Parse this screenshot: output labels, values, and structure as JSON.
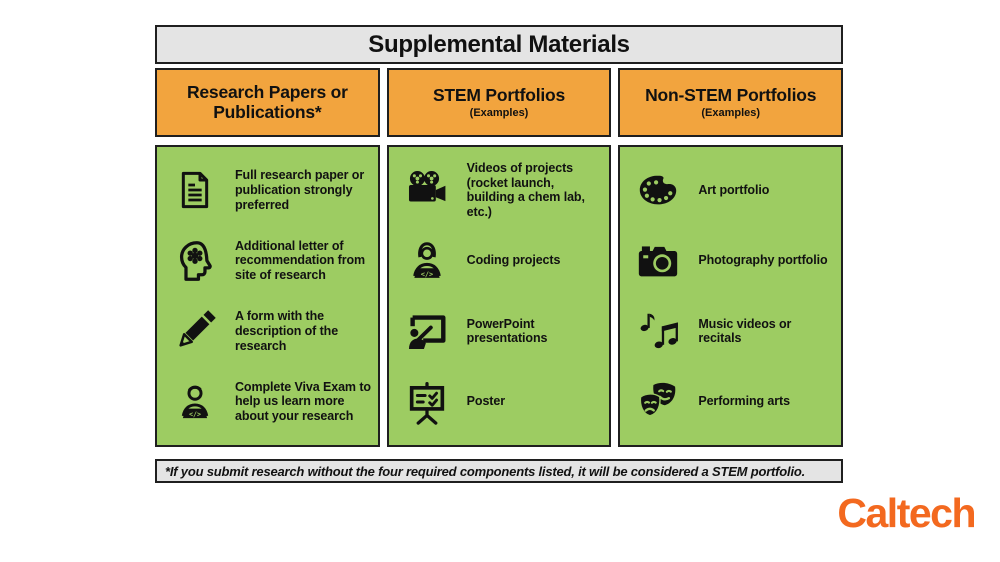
{
  "page": {
    "title": "Supplemental Materials",
    "footnote": "*If you submit research without the four required components listed, it will be considered a STEM portfolio.",
    "logo": "Caltech"
  },
  "colors": {
    "header_orange": "#F2A43E",
    "body_green": "#9DCC62",
    "bar_gray": "#E4E4E4",
    "border_dark": "#1F1F1F",
    "logo_orange": "#F3691F",
    "ink": "#111111"
  },
  "columns": [
    {
      "title": "Research Papers or Publications*",
      "subtitle": "",
      "items": [
        {
          "icon": "document-icon",
          "text": "Full research paper or publication strongly preferred"
        },
        {
          "icon": "head-brain-icon",
          "text": "Additional letter of recommendation from site of research"
        },
        {
          "icon": "pencil-icon",
          "text": "A form with the description of the research"
        },
        {
          "icon": "person-laptop-icon",
          "text": "Complete Viva Exam to help us learn more about your research"
        }
      ]
    },
    {
      "title": "STEM Portfolios",
      "subtitle": "(Examples)",
      "items": [
        {
          "icon": "movie-camera-icon",
          "text": "Videos of projects (rocket launch, building a chem lab, etc.)"
        },
        {
          "icon": "coder-laptop-icon",
          "text": "Coding projects"
        },
        {
          "icon": "presentation-icon",
          "text": "PowerPoint presentations"
        },
        {
          "icon": "poster-easel-icon",
          "text": "Poster"
        }
      ]
    },
    {
      "title": "Non-STEM Portfolios",
      "subtitle": "(Examples)",
      "items": [
        {
          "icon": "paint-palette-icon",
          "text": "Art portfolio"
        },
        {
          "icon": "camera-icon",
          "text": "Photography portfolio"
        },
        {
          "icon": "music-notes-icon",
          "text": "Music videos or recitals"
        },
        {
          "icon": "theater-masks-icon",
          "text": "Performing arts"
        }
      ]
    }
  ]
}
